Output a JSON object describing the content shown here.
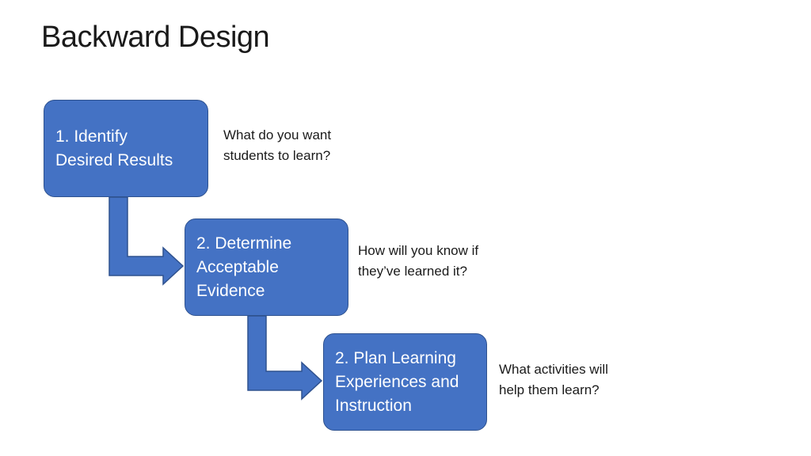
{
  "slide": {
    "title": "Backward Design"
  },
  "steps": [
    {
      "lines": [
        "1. Identify",
        "Desired Results"
      ],
      "question_lines": [
        "What do you want",
        "students to learn?"
      ]
    },
    {
      "lines": [
        "2. Determine",
        "Acceptable",
        "Evidence"
      ],
      "question_lines": [
        "How will you know if",
        "they’ve learned it?"
      ]
    },
    {
      "lines": [
        "2. Plan Learning",
        "Experiences and",
        "Instruction"
      ],
      "question_lines": [
        "What activities will",
        "help them learn?"
      ]
    }
  ],
  "colors": {
    "box_fill": "#4472c4",
    "box_border": "#2f528f",
    "text_on_box": "#ffffff"
  },
  "icons": {
    "connector": "bent-arrow-icon"
  }
}
